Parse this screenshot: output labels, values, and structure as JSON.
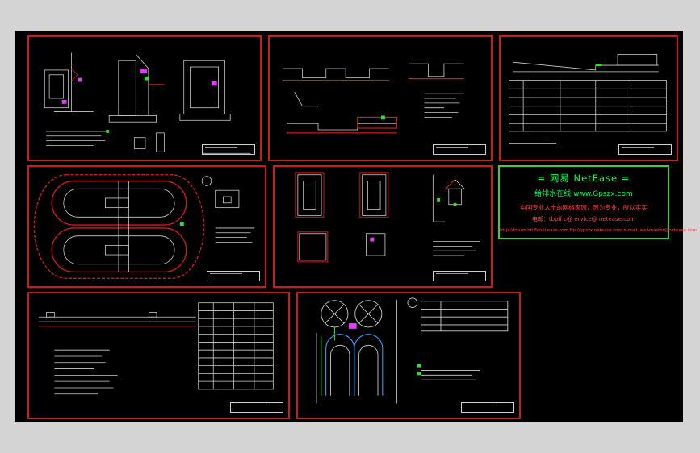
{
  "banner": {
    "line1": "= 网易 NetEase =",
    "line2": "给排水在线    www.Gpszx.com",
    "line3": "中国专业人士的网络家园，因为专业，所以实实",
    "line4": "电邮：tbpif c@ ervice@ netease.com",
    "line5": "http://forum.hit.Fenki.ease.com  ftp://gpszx.netease.com  e-mail: webmaster@netease.com"
  },
  "sheets": [
    {
      "name": "sheet-1"
    },
    {
      "name": "sheet-2"
    },
    {
      "name": "sheet-3"
    },
    {
      "name": "sheet-4"
    },
    {
      "name": "sheet-5"
    },
    {
      "name": "sheet-6"
    },
    {
      "name": "sheet-7"
    }
  ],
  "colors": {
    "background": "#000000",
    "sheet_border": "#d21a1a",
    "banner_border": "#3ad23a",
    "banner_text": "#00ff55",
    "banner_subtext": "#ff4444"
  }
}
